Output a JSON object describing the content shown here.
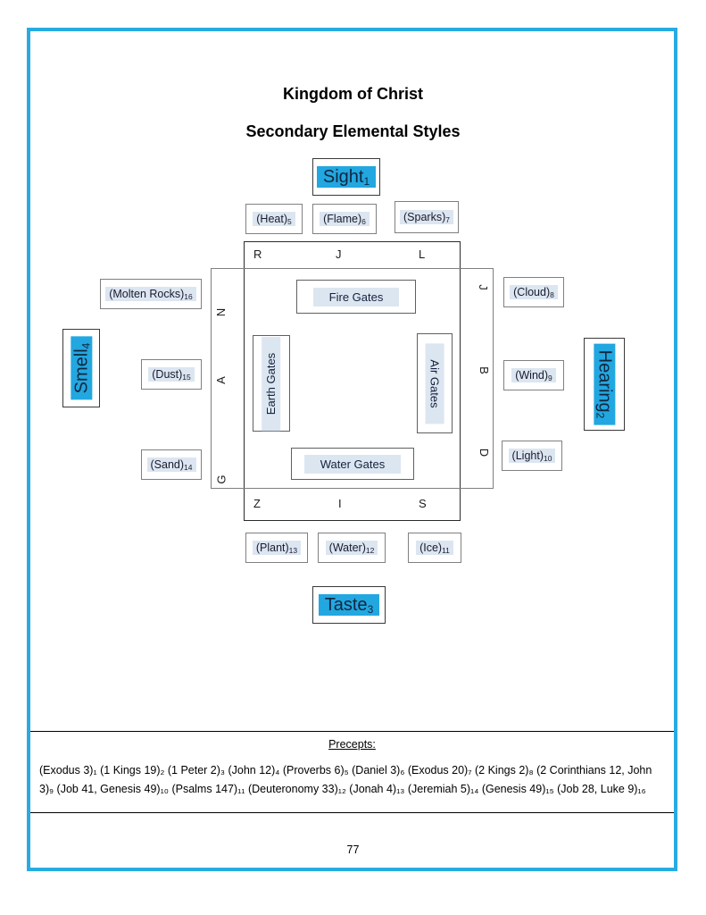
{
  "document": {
    "title_main": "Kingdom of Christ",
    "title_sub": "Secondary Elemental Styles",
    "page_number": "77",
    "frame_color": "#29ABE2",
    "sense_highlight_color": "#22A7E0",
    "label_highlight_color": "#DCE6F1"
  },
  "senses": {
    "sight": {
      "label": "Sight",
      "index": "1"
    },
    "hearing": {
      "label": "Hearing",
      "index": "2"
    },
    "taste": {
      "label": "Taste",
      "index": "3"
    },
    "smell": {
      "label": "Smell",
      "index": "4"
    }
  },
  "elements": {
    "top": [
      {
        "label": "(Heat)",
        "index": "5"
      },
      {
        "label": "(Flame)",
        "index": "6"
      },
      {
        "label": "(Sparks)",
        "index": "7"
      }
    ],
    "right": [
      {
        "label": "(Cloud)",
        "index": "8"
      },
      {
        "label": "(Wind)",
        "index": "9"
      },
      {
        "label": "(Light)",
        "index": "10"
      }
    ],
    "bottom": [
      {
        "label": "(Plant)",
        "index": "13"
      },
      {
        "label": "(Water)",
        "index": "12"
      },
      {
        "label": "(Ice)",
        "index": "11"
      }
    ],
    "left": [
      {
        "label": "(Molten Rocks)",
        "index": "16"
      },
      {
        "label": "(Dust)",
        "index": "15"
      },
      {
        "label": "(Sand)",
        "index": "14"
      }
    ]
  },
  "gates": {
    "fire": "Fire Gates",
    "earth": "Earth Gates",
    "air": "Air Gates",
    "water": "Water Gates"
  },
  "frame_letters": {
    "top": [
      "R",
      "J",
      "L"
    ],
    "right": [
      "J",
      "B",
      "D"
    ],
    "bottom": [
      "Z",
      "I",
      "S"
    ],
    "left": [
      "N",
      "A",
      "G"
    ]
  },
  "precepts": {
    "heading": "Precepts:",
    "text": "(Exodus 3)₁ (1 Kings 19)₂ (1 Peter 2)₃ (John 12)₄ (Proverbs 6)₅ (Daniel 3)₆ (Exodus 20)₇ (2 Kings 2)₈ (2 Corinthians 12, John 3)₉ (Job 41, Genesis 49)₁₀ (Psalms 147)₁₁ (Deuteronomy 33)₁₂ (Jonah 4)₁₃ (Jeremiah 5)₁₄ (Genesis 49)₁₅ (Job 28, Luke 9)₁₆"
  }
}
